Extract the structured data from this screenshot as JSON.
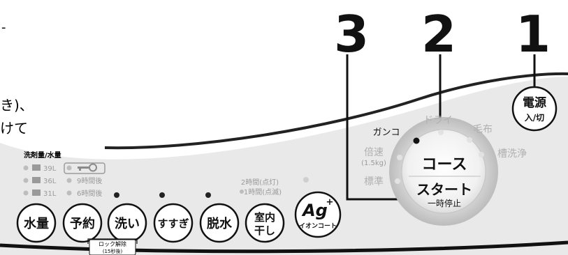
{
  "side_text": {
    "line1": "き)、",
    "line2": "けて"
  },
  "callouts": [
    "3",
    "2",
    "1"
  ],
  "panel": {
    "group_title": "洗剤量/水量",
    "water_levels": [
      "39L",
      "36L",
      "31L"
    ],
    "timer_options": [
      "9時間後",
      "6時間後"
    ],
    "dry_timer": [
      "2時間(点灯)",
      "1時間(点滅)"
    ]
  },
  "buttons": {
    "water": "水量",
    "timer": "予約",
    "wash": "洗い",
    "rinse": "すすぎ",
    "spin": "脱水",
    "indoor_dry_line1": "室内",
    "indoor_dry_line2": "干し",
    "ag_main": "Ag",
    "ag_plus": "+",
    "ag_sub": "イオンコート"
  },
  "lock": {
    "line1": "ロック解除",
    "line2": "(15秒後)"
  },
  "power": {
    "line1": "電源",
    "line2": "入/切"
  },
  "course": {
    "options": [
      "ガンコ",
      "ドライ",
      "毛布",
      "槽洗浄",
      "倍速",
      "(1.5kg)",
      "標準"
    ],
    "button_top": "コース",
    "button_main": "スタート",
    "button_sub": "一時停止"
  }
}
